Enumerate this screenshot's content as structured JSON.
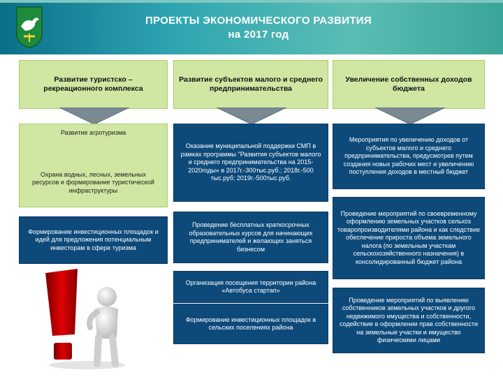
{
  "header": {
    "title_line1": "ПРОЕКТЫ ЭКОНОМИЧЕСКОГО РАЗВИТИЯ",
    "title_line2": "на 2017 год"
  },
  "columns": {
    "tourism": {
      "heading": "Развитие туристско – рекреационного комплекса",
      "items": [
        "Развитие агротуризма",
        "Охрана водных, лесных, земельных ресурсов и формирование туристической инфраструктуры",
        "Формирование инвестиционных площадок и идей для предложения потенциальным инвесторам в сфере туризма"
      ]
    },
    "business": {
      "heading": "Развитие субъектов малого и среднего предпринимательства",
      "items": [
        "Оказание муниципальной поддержки СМП в рамках программы \"Развития субъектов малого и среднего предпринимательства на 2015-2020годы» в 2017г.-300тыс.руб.; 2018г.-500 тыс.руб; 2019г.-500тыс.руб.",
        "Проведение бесплатных краткосрочных образовательных курсов для начинающих предпринимателей и желающих заняться бизнесом",
        "Организация посещения территории района «Автобуса стартап»",
        "Формирование инвестиционных площадок в сельских поселениях района"
      ]
    },
    "budget": {
      "heading": "Увеличение собственных доходов бюджета",
      "items": [
        "Мероприятия по увеличению доходов от субъектов малого и среднего предпринимательства, предусмотрев путем создания новых рабочих мест и увеличению поступления доходов в местный бюджет",
        "Проведение мероприятий по своевременному оформлению земельных участков сельхоз товаропроизводителями района и как следствие обеспечение прироста объема земельного налога (по земельным участкам сельскохозяйственного назначения) в консолидированный бюджет района",
        "Проведение мероприятий по выявлению собственников земельных участков и другого недвижимого имущества и собственности, содействие в оформлении прав собственности на земельные участки и имущество физическими лицами"
      ]
    }
  },
  "colors": {
    "header": "#2fa6b2",
    "green_box": "#cfe7a3",
    "blue_box": "#0d4a7a",
    "arrow": "#7a8a93",
    "exclamation": "#d40000"
  },
  "icons": [
    "coat-of-arms-icon",
    "exclamation-figure-icon"
  ]
}
